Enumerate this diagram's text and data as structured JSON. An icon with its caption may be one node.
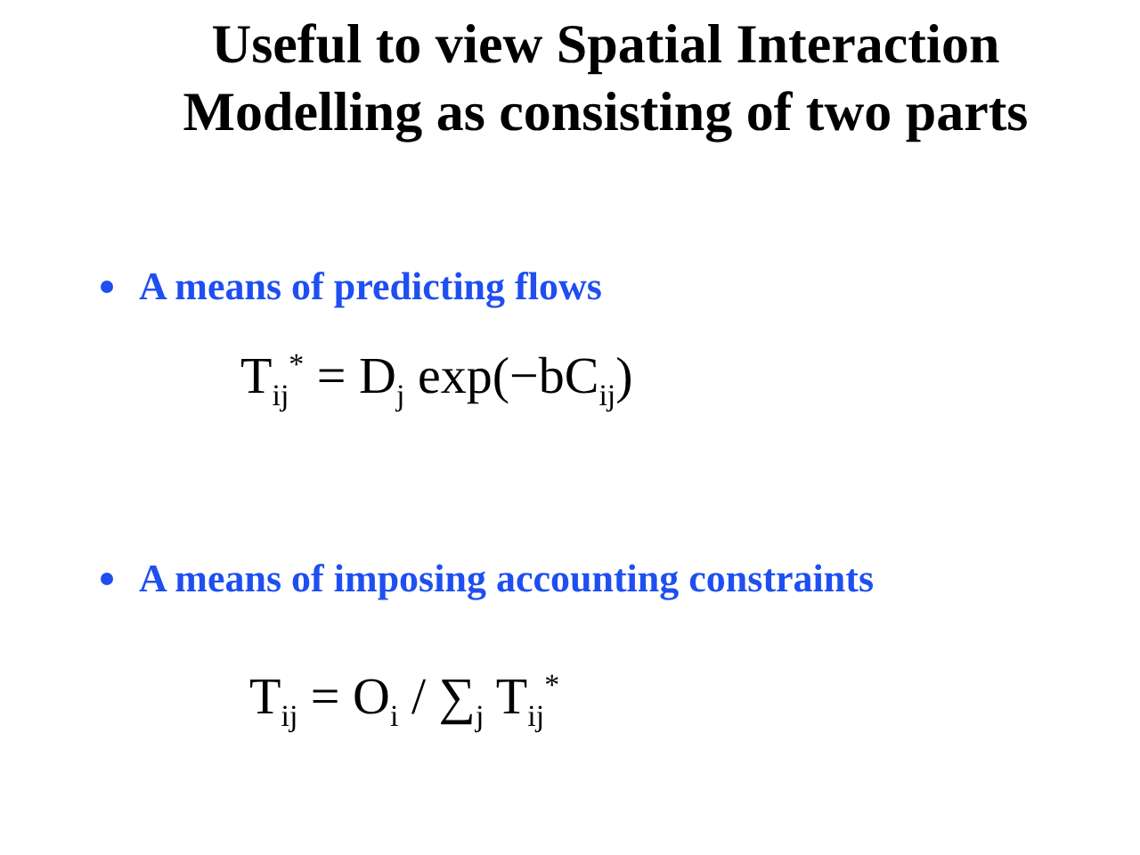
{
  "diagram": {
    "title": "Useful to view Spatial Interaction Modelling as consisting of two parts",
    "labels": [
      "A means of predicting flows",
      "T$_{ij}$$^{*}$ = D$_{j}$ exp(−bC$_{ij}$)",
      "A means of imposing accounting constraints",
      "T$_{ij}$ = O$_{i}$ / ∑$_{j}$ T$_{ij}$$^{*}$"
    ]
  }
}
